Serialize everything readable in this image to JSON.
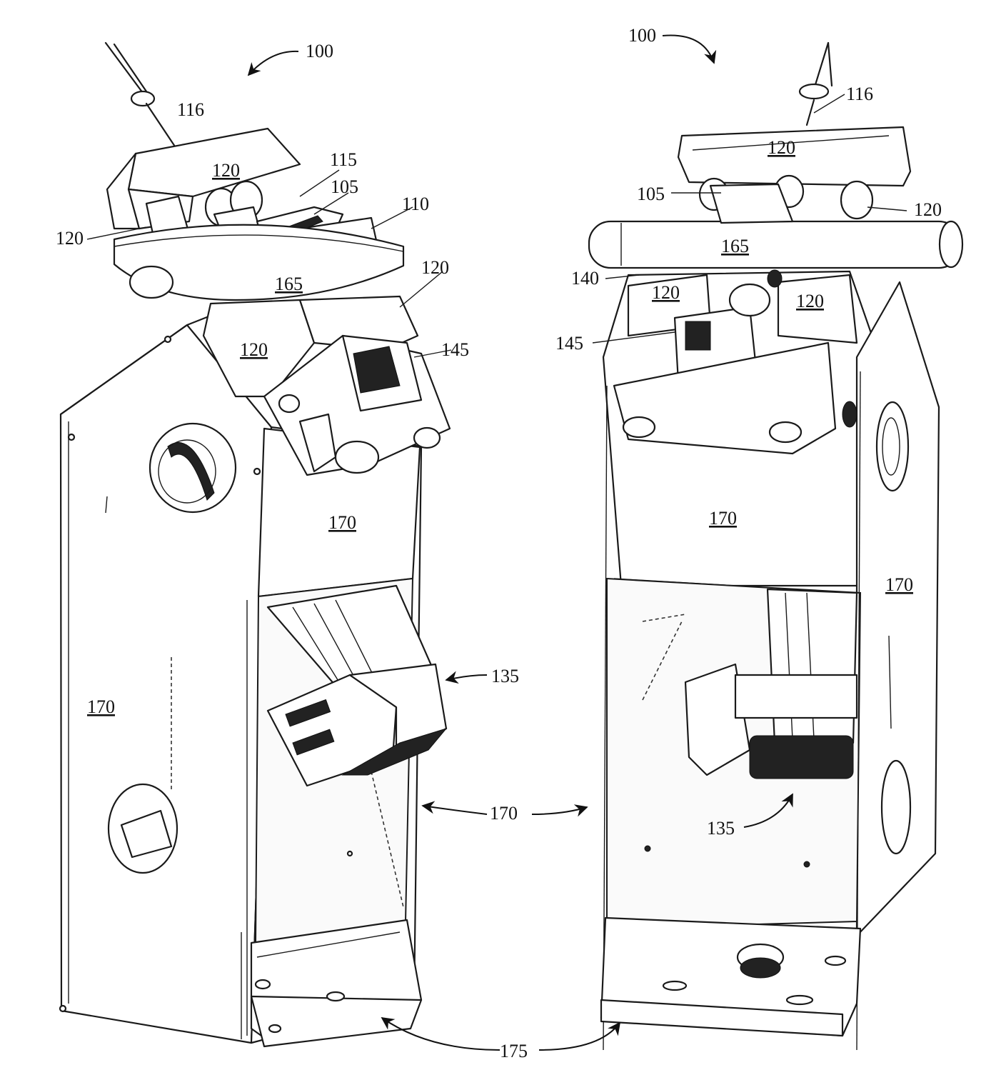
{
  "left_view": {
    "ref_assembly": "100",
    "ref_top_post": "116",
    "ref_base_120_top": "120",
    "ref_base_120_left": "120",
    "ref_base_120_right": "120",
    "ref_base_120_center": "120",
    "ref_part_115": "115",
    "ref_part_105": "105",
    "ref_part_110": "110",
    "ref_ring": "165",
    "ref_sensor": "145",
    "ref_panel_front": "170",
    "ref_panel_side": "170",
    "ref_actuator": "135"
  },
  "right_view": {
    "ref_assembly": "100",
    "ref_top_post": "116",
    "ref_top_120": "120",
    "ref_part_105": "105",
    "ref_right_120": "120",
    "ref_ring": "165",
    "ref_part_140": "140",
    "ref_left_inner_120": "120",
    "ref_right_inner_120": "120",
    "ref_sensor": "145",
    "ref_panel_front": "170",
    "ref_panel_side": "170",
    "ref_actuator": "135"
  },
  "shared": {
    "ref_panels_between": "170",
    "ref_base": "175"
  }
}
